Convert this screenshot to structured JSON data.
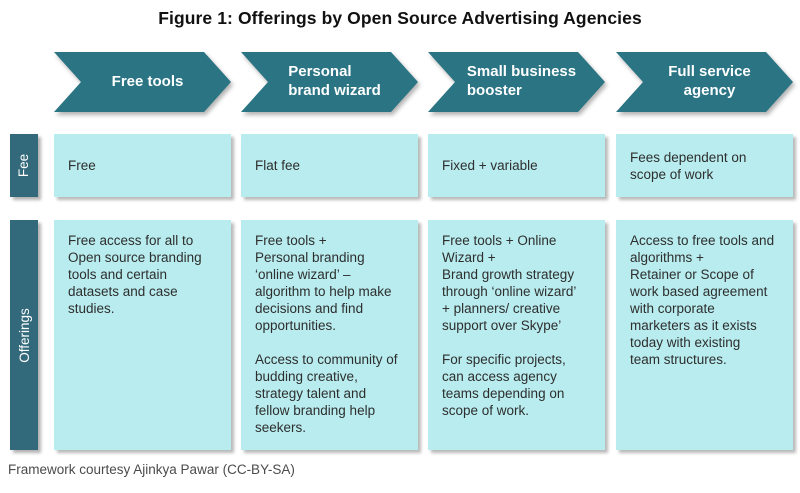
{
  "title": "Figure 1: Offerings by Open Source Advertising Agencies",
  "row_labels": {
    "fee": "Fee",
    "offerings": "Offerings"
  },
  "columns": [
    {
      "header": "Free tools",
      "fee": "Free",
      "offering": "Free access for all to\nOpen source branding\ntools and certain\ndatasets and case\nstudies."
    },
    {
      "header": "Personal\nbrand wizard",
      "fee": "Flat fee",
      "offering": "Free tools +\nPersonal branding\n‘online wizard’ –\nalgorithm to help make\ndecisions and find\nopportunities.\n\nAccess to community of\nbudding creative,\nstrategy talent and\nfellow branding help\nseekers."
    },
    {
      "header": "Small business\nbooster",
      "fee": "Fixed + variable",
      "offering": "Free tools + Online\nWizard +\nBrand growth strategy\nthrough ‘online wizard’\n+ planners/ creative\nsupport over Skype’\n\nFor specific projects,\ncan access agency\nteams depending on\nscope of work."
    },
    {
      "header": "Full service\nagency",
      "fee": "Fees dependent on\nscope of work",
      "offering": "Access to free tools and\nalgorithms +\nRetainer or Scope of\nwork based agreement\nwith corporate\nmarketers as it exists\ntoday with existing\nteam structures."
    }
  ],
  "footer": "Framework courtesy Ajinkya Pawar (CC-BY-SA)",
  "colors": {
    "arrow": "#2A7484",
    "row_label": "#32697B",
    "cell": "#B8ECEE"
  }
}
